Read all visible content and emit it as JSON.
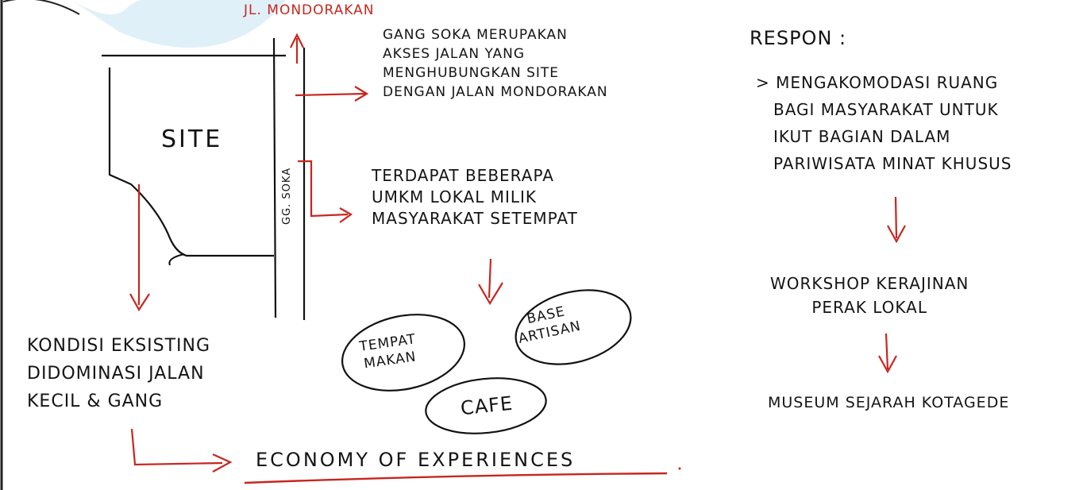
{
  "labels": {
    "street_top": "JL. MONDORAKAN",
    "site": "SITE",
    "gang_label": "GG. SOKA",
    "para_gang": [
      "GANG SOKA MERUPAKAN",
      "AKSES JALAN YANG",
      "MENGHUBUNGKAN SITE",
      "DENGAN JALAN MONDORAKAN"
    ],
    "para_umkm": [
      "TERDAPAT BEBERAPA",
      "UMKM LOKAL MILIK",
      "MASYARAKAT SETEMPAT"
    ],
    "left_note": [
      "KONDISI EKSISTING",
      "DIDOMINASI JALAN",
      "KECIL & GANG"
    ],
    "bubbles": {
      "tempat_makan": [
        "TEMPAT",
        "MAKAN"
      ],
      "base_artisan": [
        "BASE",
        "ARTISAN"
      ],
      "cafe": "CAFE"
    },
    "economy": "ECONOMY OF EXPERIENCES",
    "respon_title": "RESPON :",
    "respon_text": [
      "> MENGAKOMODASI RUANG",
      "BAGI MASYARAKAT UNTUK",
      "IKUT BAGIAN DALAM",
      "PARIWISATA MINAT KHUSUS"
    ],
    "workshop": [
      "WORKSHOP KERAJINAN",
      "PERAK LOKAL"
    ],
    "museum": "MUSEUM SEJARAH KOTAGEDE"
  },
  "colors": {
    "ink": "#141414",
    "red": "#c7261f",
    "watermark": "#cfe6f5"
  }
}
